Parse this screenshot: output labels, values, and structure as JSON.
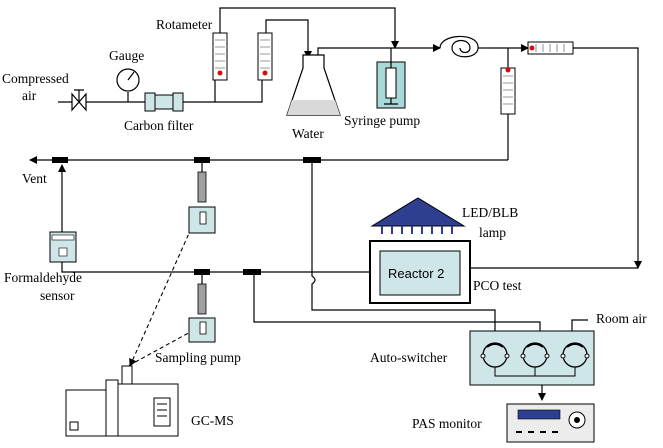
{
  "labels": {
    "compressed": "Compressed",
    "air": "air",
    "gauge": "Gauge",
    "carbon_filter": "Carbon filter",
    "rotameter": "Rotameter",
    "water": "Water",
    "syringe_pump": "Syringe pump",
    "vent": "Vent",
    "led_blb": "LED/BLB",
    "lamp": "lamp",
    "reactor": "Reactor 2",
    "pco_test": "PCO test",
    "formaldehyde": "Formaldehyde",
    "sensor": "sensor",
    "sampling_pump": "Sampling pump",
    "auto_switcher": "Auto-switcher",
    "room_air": "Room air",
    "gcms": "GC-MS",
    "pas_monitor": "PAS monitor"
  },
  "colors": {
    "equipment_fill": "#cfe6e8",
    "lamp_fill": "#2e3f8f",
    "rotameter_marker": "#d01010",
    "syringe_fill": "#a8d8d8",
    "water_fill": "#d9d9d9"
  }
}
